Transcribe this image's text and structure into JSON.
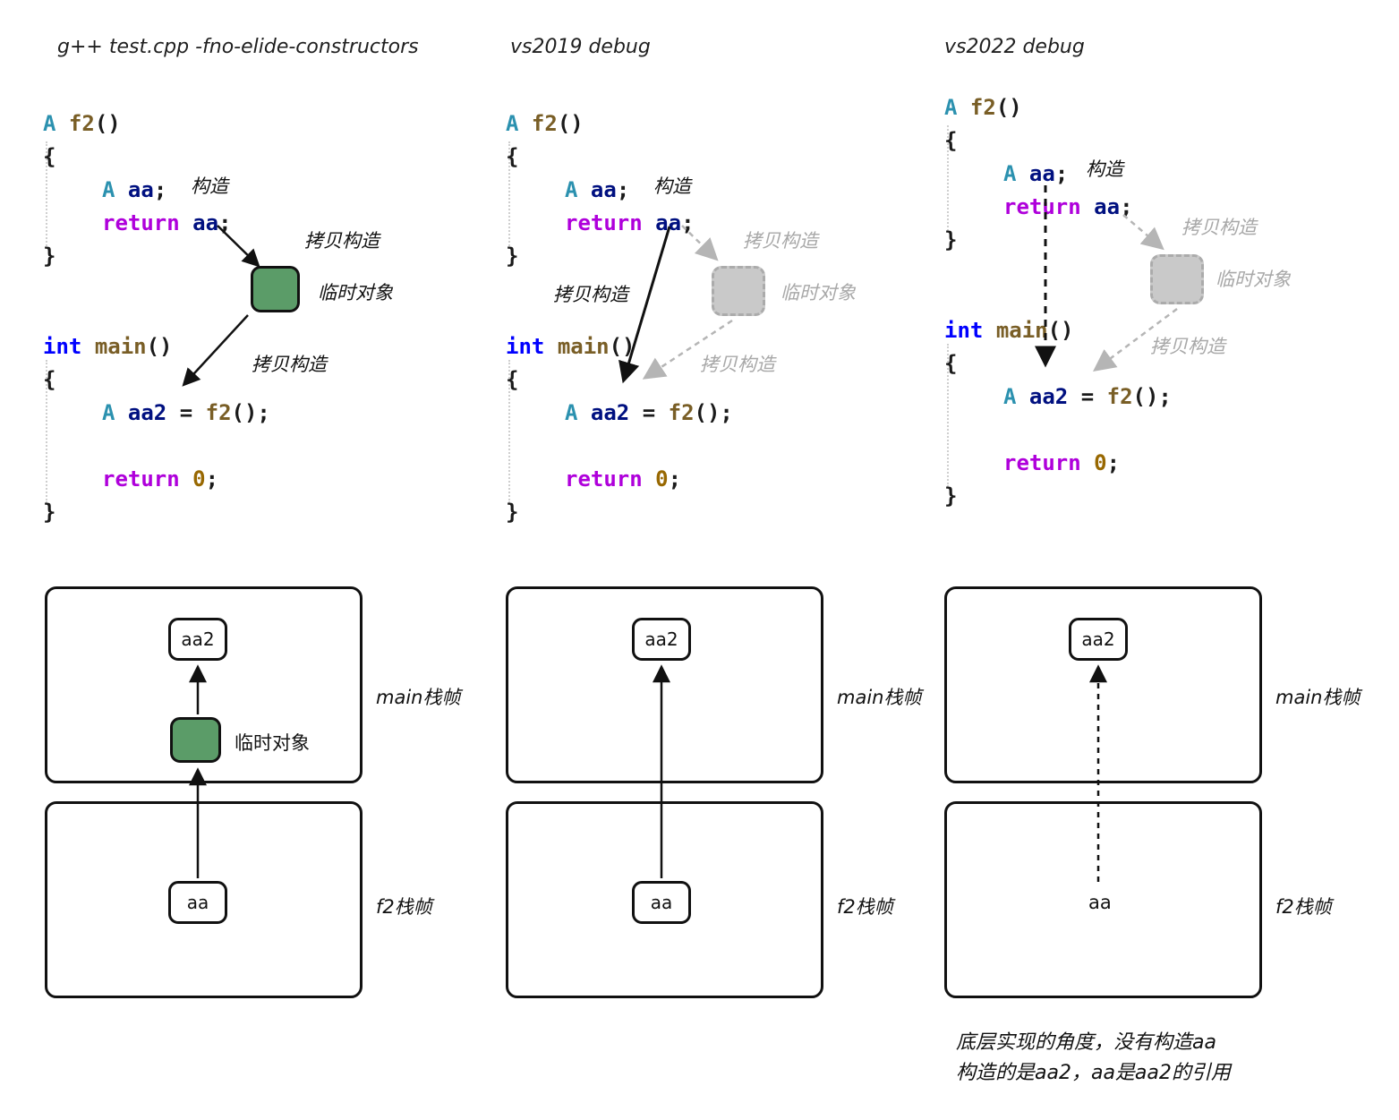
{
  "titles": {
    "gcc": "g++ test.cpp -fno-elide-constructors",
    "vs2019": "vs2019 debug",
    "vs2022": "vs2022 debug"
  },
  "annotations": {
    "ctor": "构造",
    "copy_ctor": "拷贝构造",
    "temp_obj": "临时对象"
  },
  "stack": {
    "aa2": "aa2",
    "aa": "aa",
    "temp_obj": "临时对象",
    "main_frame": "main栈帧",
    "f2_frame": "f2栈帧"
  },
  "footnote": {
    "line1": "底层实现的角度，没有构造aa",
    "line2": "构造的是aa2，aa是aa2的引用"
  },
  "code_lines": [
    {
      "tokens": [
        {
          "c": "type",
          "t": "A"
        },
        {
          "c": "p",
          "t": " "
        },
        {
          "c": "fn",
          "t": "f2"
        },
        {
          "c": "p",
          "t": "()"
        }
      ]
    },
    {
      "tokens": [
        {
          "c": "p",
          "t": "{"
        }
      ]
    },
    {
      "ind": true,
      "tokens": [
        {
          "c": "type",
          "t": "A"
        },
        {
          "c": "p",
          "t": " "
        },
        {
          "c": "var",
          "t": "aa"
        },
        {
          "c": "p",
          "t": ";"
        }
      ]
    },
    {
      "ind": true,
      "tokens": [
        {
          "c": "ctrl",
          "t": "return"
        },
        {
          "c": "p",
          "t": " "
        },
        {
          "c": "var",
          "t": "aa"
        },
        {
          "c": "p",
          "t": ";"
        }
      ]
    },
    {
      "tokens": [
        {
          "c": "p",
          "t": "}"
        }
      ]
    },
    {
      "spacer": 64
    },
    {
      "tokens": [
        {
          "c": "kw",
          "t": "int"
        },
        {
          "c": "p",
          "t": " "
        },
        {
          "c": "fn",
          "t": "main"
        },
        {
          "c": "p",
          "t": "()"
        }
      ]
    },
    {
      "tokens": [
        {
          "c": "p",
          "t": "{"
        }
      ]
    },
    {
      "ind": true,
      "tokens": [
        {
          "c": "type",
          "t": "A"
        },
        {
          "c": "p",
          "t": " "
        },
        {
          "c": "var",
          "t": "aa2"
        },
        {
          "c": "p",
          "t": " = "
        },
        {
          "c": "fn",
          "t": "f2"
        },
        {
          "c": "p",
          "t": "();"
        }
      ]
    },
    {
      "blank": true
    },
    {
      "ind": true,
      "tokens": [
        {
          "c": "ctrl",
          "t": "return"
        },
        {
          "c": "p",
          "t": " "
        },
        {
          "c": "num",
          "t": "0"
        },
        {
          "c": "p",
          "t": ";"
        }
      ]
    },
    {
      "tokens": [
        {
          "c": "p",
          "t": "}"
        }
      ]
    }
  ],
  "colors": {
    "type": "#2B91AF",
    "keyword": "#0000FF",
    "control_keyword": "#AF00DB",
    "function": "#795E26",
    "variable": "#001080",
    "number": "#986801",
    "temp_green": "#5B9C68",
    "gray_ghost": "#A8A8A8"
  }
}
